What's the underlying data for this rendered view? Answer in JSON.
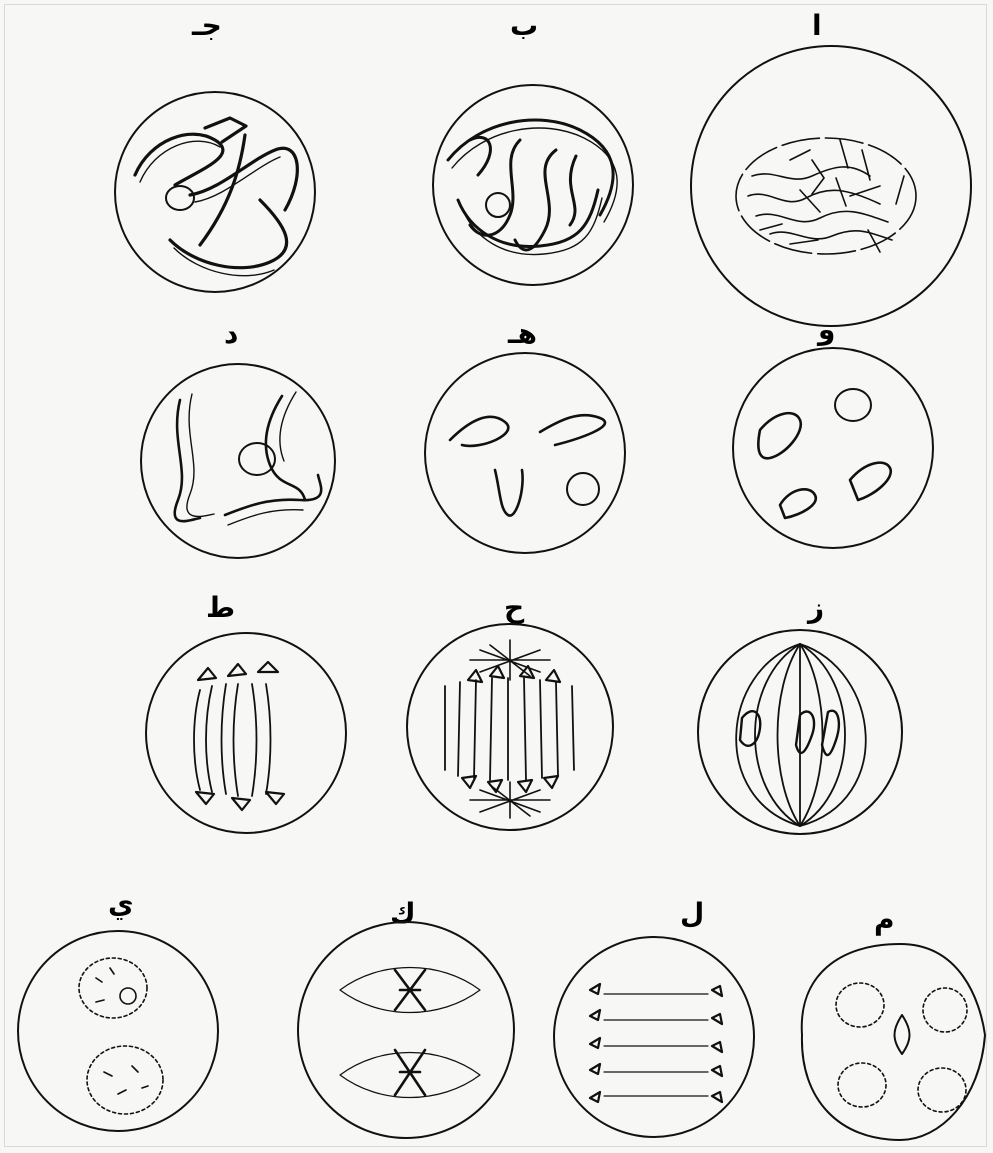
{
  "figure": {
    "stages": [
      {
        "id": "a",
        "label": "ا"
      },
      {
        "id": "b",
        "label": "ب"
      },
      {
        "id": "c",
        "label": "جـ"
      },
      {
        "id": "d",
        "label": "د"
      },
      {
        "id": "e",
        "label": "هـ"
      },
      {
        "id": "f",
        "label": "و"
      },
      {
        "id": "g",
        "label": "ز"
      },
      {
        "id": "h",
        "label": "ح"
      },
      {
        "id": "i",
        "label": "ط"
      },
      {
        "id": "j",
        "label": "ي"
      },
      {
        "id": "k",
        "label": "ك"
      },
      {
        "id": "l",
        "label": "ل"
      },
      {
        "id": "m",
        "label": "م"
      }
    ]
  }
}
